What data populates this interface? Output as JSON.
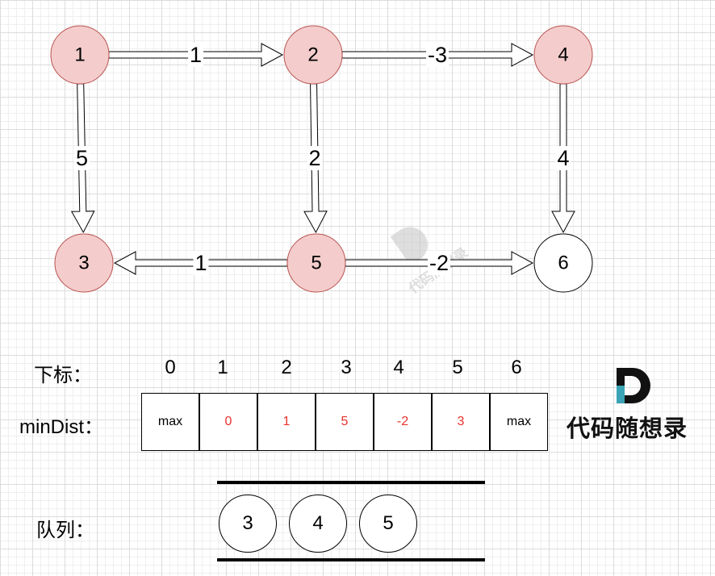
{
  "graph": {
    "nodes": [
      {
        "id": "1",
        "label": "1",
        "fill": "#f4cccc"
      },
      {
        "id": "2",
        "label": "2",
        "fill": "#f4cccc"
      },
      {
        "id": "4",
        "label": "4",
        "fill": "#f4cccc"
      },
      {
        "id": "3",
        "label": "3",
        "fill": "#f4cccc"
      },
      {
        "id": "5",
        "label": "5",
        "fill": "#f4cccc"
      },
      {
        "id": "6",
        "label": "6",
        "fill": "#ffffff"
      }
    ],
    "edges": [
      {
        "from": "1",
        "to": "2",
        "weight": "1"
      },
      {
        "from": "2",
        "to": "4",
        "weight": "-3"
      },
      {
        "from": "1",
        "to": "3",
        "weight": "5"
      },
      {
        "from": "2",
        "to": "5",
        "weight": "2"
      },
      {
        "from": "4",
        "to": "6",
        "weight": "4"
      },
      {
        "from": "5",
        "to": "3",
        "weight": "1"
      },
      {
        "from": "5",
        "to": "6",
        "weight": "-2"
      }
    ]
  },
  "array": {
    "index_label": "下标：",
    "mindist_label": "minDist：",
    "indices": [
      "0",
      "1",
      "2",
      "3",
      "4",
      "5",
      "6"
    ],
    "cells": [
      {
        "value": "max",
        "color": "#000000"
      },
      {
        "value": "0",
        "color": "#e8322c"
      },
      {
        "value": "1",
        "color": "#e8322c"
      },
      {
        "value": "5",
        "color": "#e8322c"
      },
      {
        "value": "-2",
        "color": "#e8322c"
      },
      {
        "value": "3",
        "color": "#e8322c"
      },
      {
        "value": "max",
        "color": "#000000"
      }
    ]
  },
  "queue": {
    "label": "队列：",
    "items": [
      "3",
      "4",
      "5"
    ]
  },
  "brand": {
    "name": "代码随想录",
    "letter": "D",
    "accent": "#3aa3b5"
  },
  "colors": {
    "visited_node": "#f4cccc",
    "updated_value": "#e8322c",
    "node_stroke": "#b85450"
  }
}
